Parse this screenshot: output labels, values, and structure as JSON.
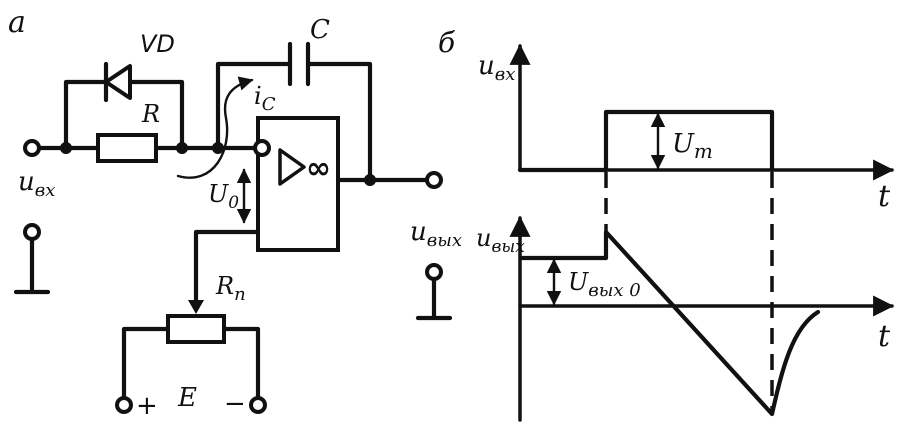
{
  "panel_a": {
    "label": "а",
    "diode": "VD",
    "resistor": "R",
    "capacitor": "C",
    "current": "i",
    "current_sub": "C",
    "input": "u",
    "input_sub": "вх",
    "output": "u",
    "output_sub": "вых",
    "offset_voltage": "U",
    "offset_sub": "0",
    "opamp_symbol": "∞",
    "potentiometer": "R",
    "potentiometer_sub": "п",
    "source": "E",
    "plus": "+",
    "minus": "−"
  },
  "panel_b": {
    "label": "б",
    "top_axis": "u",
    "top_axis_sub": "вх",
    "amplitude": "U",
    "amplitude_sub": "m",
    "time_top": "t",
    "bottom_axis": "u",
    "bottom_axis_sub": "вых",
    "initial_output": "U",
    "initial_output_sub": "вых 0",
    "time_bottom": "t"
  }
}
